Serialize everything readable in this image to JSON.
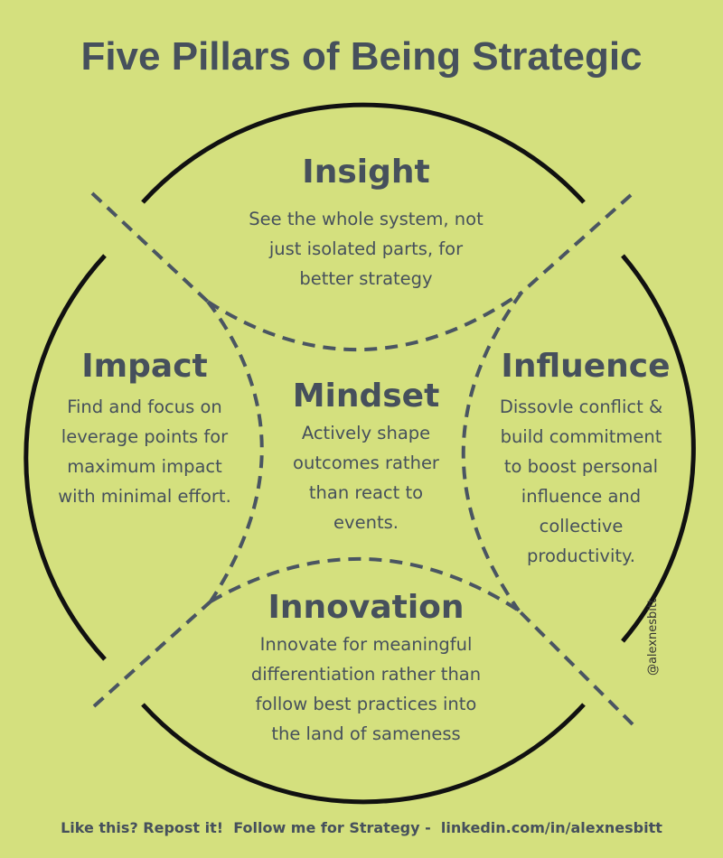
{
  "title": "Five Pillars of Being Strategic",
  "pillars": {
    "insight": {
      "heading": "Insight",
      "text": "See the whole system, not\njust isolated parts, for\nbetter strategy"
    },
    "impact": {
      "heading": "Impact",
      "text": "Find and focus on\nleverage points for\nmaximum impact\nwith minimal effort."
    },
    "mindset": {
      "heading": "Mindset",
      "text": "Actively shape\noutcomes rather\nthan react to\nevents."
    },
    "influence": {
      "heading": "Influence",
      "text": "Dissovle conflict &\nbuild commitment\nto boost personal\ninfluence and\ncollective\nproductivity."
    },
    "innovation": {
      "heading": "Innovation",
      "text": "Innovate for meaningful\ndifferentiation rather than\nfollow best practices into\nthe land of sameness"
    }
  },
  "handle": "@alexnesbitt",
  "footer": "Like this? Repost it!  Follow me for Strategy -  linkedin.com/in/alexnesbitt",
  "colors": {
    "background": "#d4e07e",
    "text": "#46505c",
    "circle_stroke": "#111111",
    "dashed_stroke": "#4a5562"
  }
}
